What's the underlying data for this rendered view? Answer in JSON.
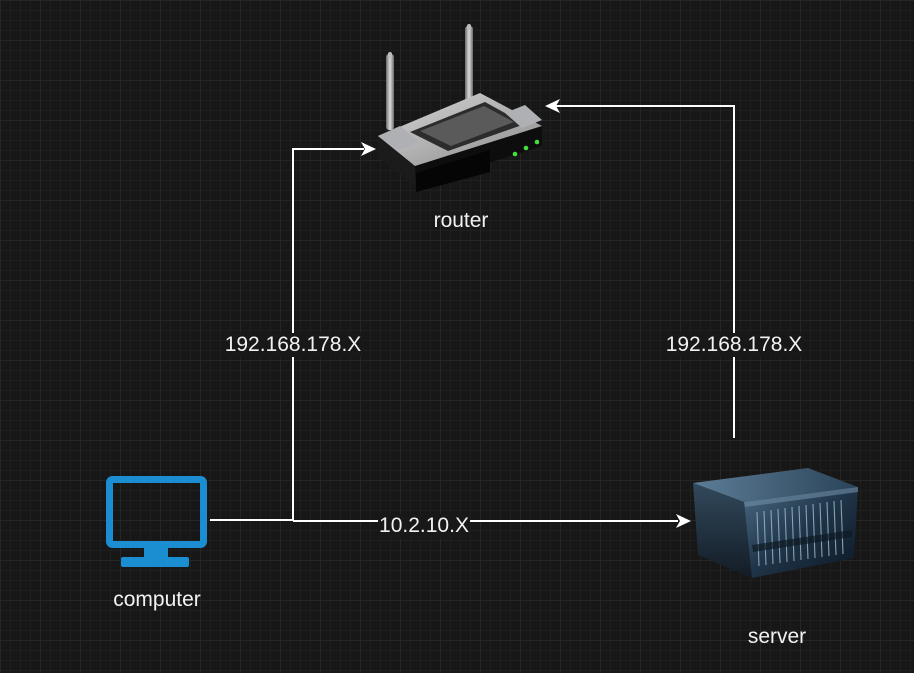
{
  "diagram": {
    "nodes": {
      "router": {
        "label": "router",
        "icon": "router-icon"
      },
      "computer": {
        "label": "computer",
        "icon": "monitor-icon",
        "color": "#1b8ed1"
      },
      "server": {
        "label": "server",
        "icon": "server-rack-icon"
      }
    },
    "edges": {
      "computer_router": {
        "label": "192.168.178.X"
      },
      "server_router": {
        "label": "192.168.178.X"
      },
      "computer_server": {
        "label": "10.2.10.X"
      }
    },
    "colors": {
      "background": "#171717",
      "edge": "#ffffff",
      "text": "#f2f2f2"
    }
  }
}
